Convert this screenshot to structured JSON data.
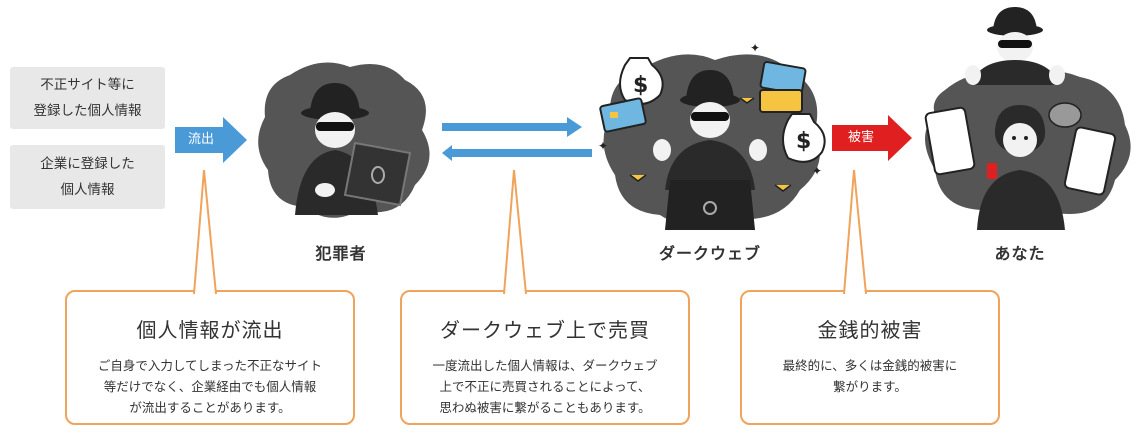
{
  "sources": [
    {
      "lines": [
        "不正サイト等に",
        "登録した個人情報"
      ]
    },
    {
      "lines": [
        "企業に登録した",
        "個人情報"
      ]
    }
  ],
  "arrows": {
    "leak": "流出",
    "damage": "被害"
  },
  "characters": {
    "criminal": "犯罪者",
    "darkweb": "ダークウェブ",
    "you": "あなた"
  },
  "cards": [
    {
      "title": "個人情報が流出",
      "lines": [
        "ご自身で入力してしまった不正なサイト",
        "等だけでなく、企業経由でも個人情報",
        "が流出することがあります。"
      ]
    },
    {
      "title": "ダークウェブ上で売買",
      "lines": [
        "一度流出した個人情報は、ダークウェブ",
        "上で不正に売買されることによって、",
        "思わぬ被害に繋がることもあります。"
      ]
    },
    {
      "title": "金銭的被害",
      "lines": [
        "最終的に、多くは金銭的被害に",
        "繋がります。"
      ]
    }
  ],
  "colors": {
    "blue_arrow": "#4a9ad8",
    "red_arrow": "#e02020",
    "card_border": "#f0a35c",
    "blob": "#555555",
    "source_box": "#e8e8e8"
  }
}
